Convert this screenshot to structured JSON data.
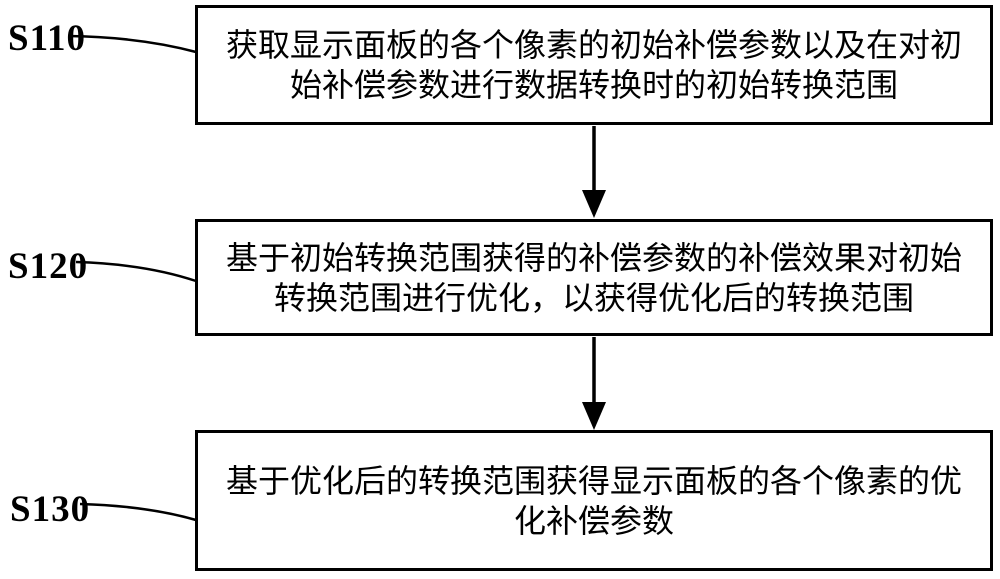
{
  "figure": {
    "background_color": "#ffffff",
    "line_color": "#000000",
    "steps": [
      {
        "label": "S110",
        "text": "获取显示面板的各个像素的初始补偿参数以及在对初\n始补偿参数进行数据转换时的初始转换范围"
      },
      {
        "label": "S120",
        "text": "基于初始转换范围获得的补偿参数的补偿效果对初始\n转换范围进行优化，以获得优化后的转换范围"
      },
      {
        "label": "S130",
        "text": "基于优化后的转换范围获得显示面板的各个像素的优\n化补偿参数"
      }
    ]
  }
}
